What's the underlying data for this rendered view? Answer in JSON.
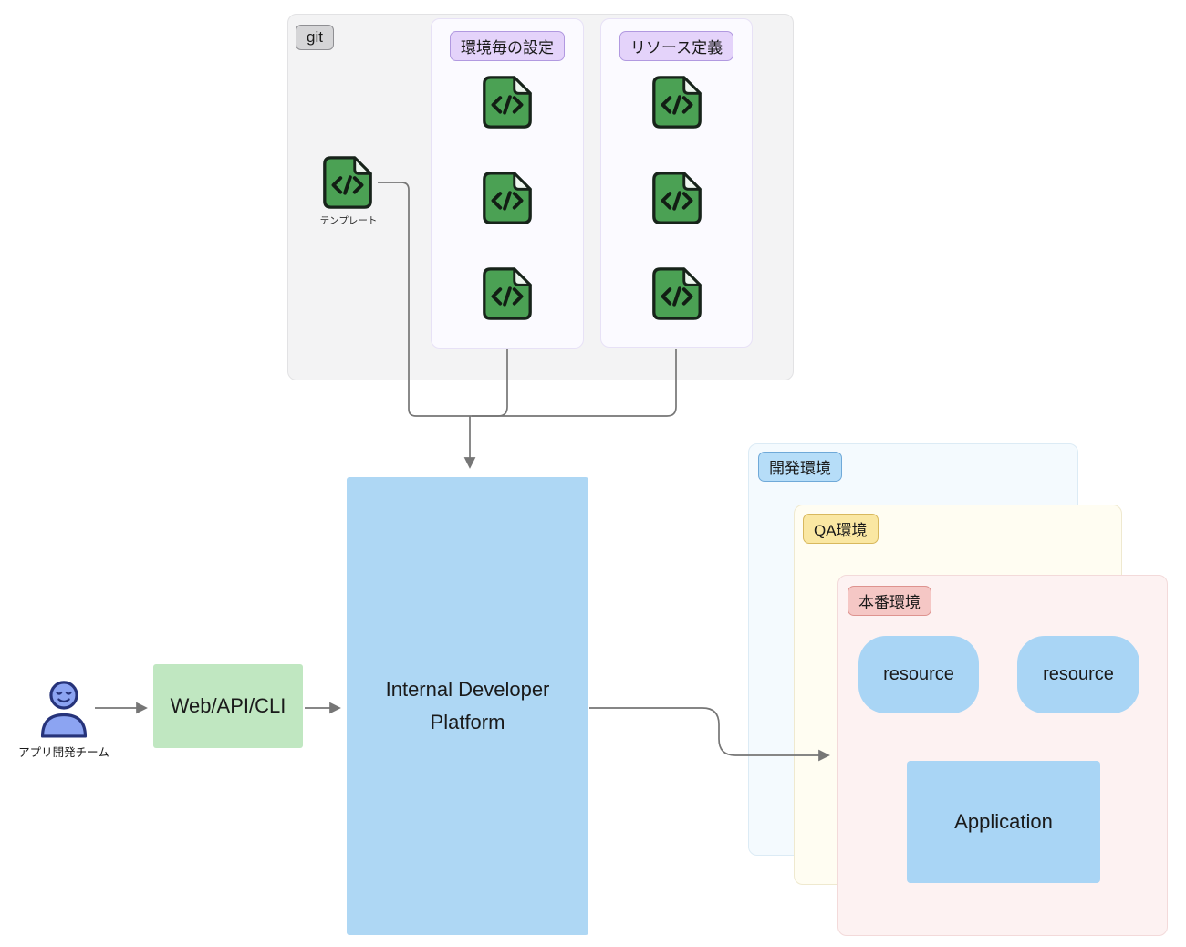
{
  "git": {
    "badge": "git",
    "template_label": "テンプレート",
    "panels": [
      {
        "label": "環境毎の設定"
      },
      {
        "label": "リソース定義"
      }
    ]
  },
  "actor": {
    "label": "アプリ開発チーム"
  },
  "access_box": {
    "label": "Web/API/CLI"
  },
  "platform": {
    "label": "Internal Developer Platform"
  },
  "environments": {
    "dev": {
      "label": "開発環境"
    },
    "qa": {
      "label": "QA環境"
    },
    "prod": {
      "label": "本番環境"
    }
  },
  "prod_contents": {
    "resource1": "resource",
    "resource2": "resource",
    "application": "Application"
  },
  "colors": {
    "file_icon_green": "#4ba154",
    "platform_blue": "#aed7f4",
    "access_green": "#c0e7c1",
    "dev_badge": "#b6ddf8",
    "qa_badge": "#fae7a2",
    "prod_badge": "#f5c7c5",
    "purple_badge": "#e4d3fa",
    "arrow_gray": "#767676"
  }
}
